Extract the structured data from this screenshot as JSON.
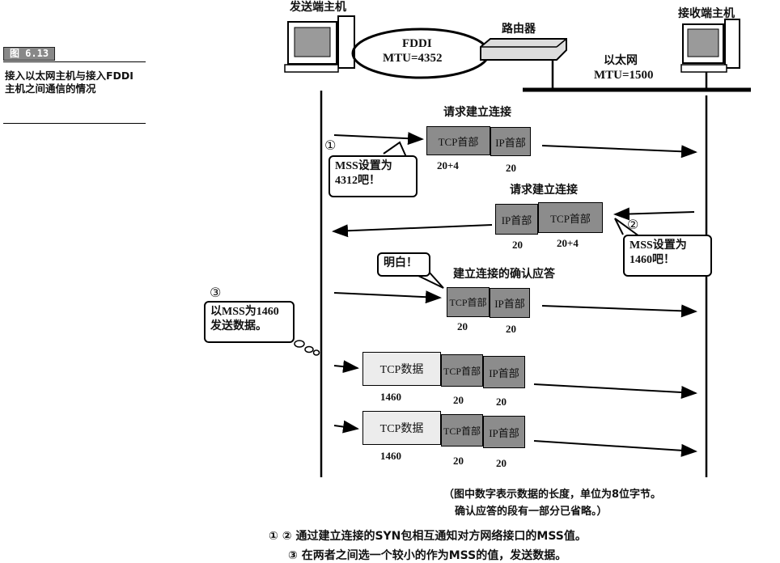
{
  "figure": {
    "label": "图 6.13",
    "caption": "接入以太网主机与接入FDDI 主机之间通信的情况"
  },
  "nodes": {
    "sender": "发送端主机",
    "receiver": "接收端主机",
    "router": "路由器",
    "fddi_name": "FDDI",
    "fddi_mtu": "MTU=4352",
    "ethernet_name": "以太网",
    "ethernet_mtu": "MTU=1500"
  },
  "steps": {
    "step1": {
      "marker": "①",
      "title": "请求建立连接",
      "bubble_line1": "MSS设置为",
      "bubble_line2": "4312吧！",
      "seg_tcp": "TCP首部",
      "seg_ip": "IP首部",
      "len_tcp": "20+4",
      "len_ip": "20"
    },
    "step2": {
      "marker": "②",
      "title": "请求建立连接",
      "bubble_line1": "MSS设置为",
      "bubble_line2": "1460吧！",
      "seg_ip": "IP首部",
      "seg_tcp": "TCP首部",
      "len_ip": "20",
      "len_tcp": "20+4"
    },
    "step_ack": {
      "title": "建立连接的确认应答",
      "bubble": "明白！",
      "seg_tcp": "TCP首部",
      "seg_ip": "IP首部",
      "len_tcp": "20",
      "len_ip": "20"
    },
    "step3": {
      "marker": "③",
      "bubble_line1": "以MSS为1460",
      "bubble_line2": "发送数据。"
    },
    "data_packets": [
      {
        "data": "TCP数据",
        "tcp": "TCP首部",
        "ip": "IP首部",
        "len_data": "1460",
        "len_tcp": "20",
        "len_ip": "20"
      },
      {
        "data": "TCP数据",
        "tcp": "TCP首部",
        "ip": "IP首部",
        "len_data": "1460",
        "len_tcp": "20",
        "len_ip": "20"
      }
    ]
  },
  "notes": {
    "paren_line1": "（图中数字表示数据的长度，单位为8位字节。",
    "paren_line2": "确认应答的段有一部分已省略。）",
    "explain1": "① ② 通过建立连接的SYN包相互通知对方网络接口的MSS值。",
    "explain2": "③ 在两者之间选一个较小的作为MSS的值，发送数据。"
  }
}
